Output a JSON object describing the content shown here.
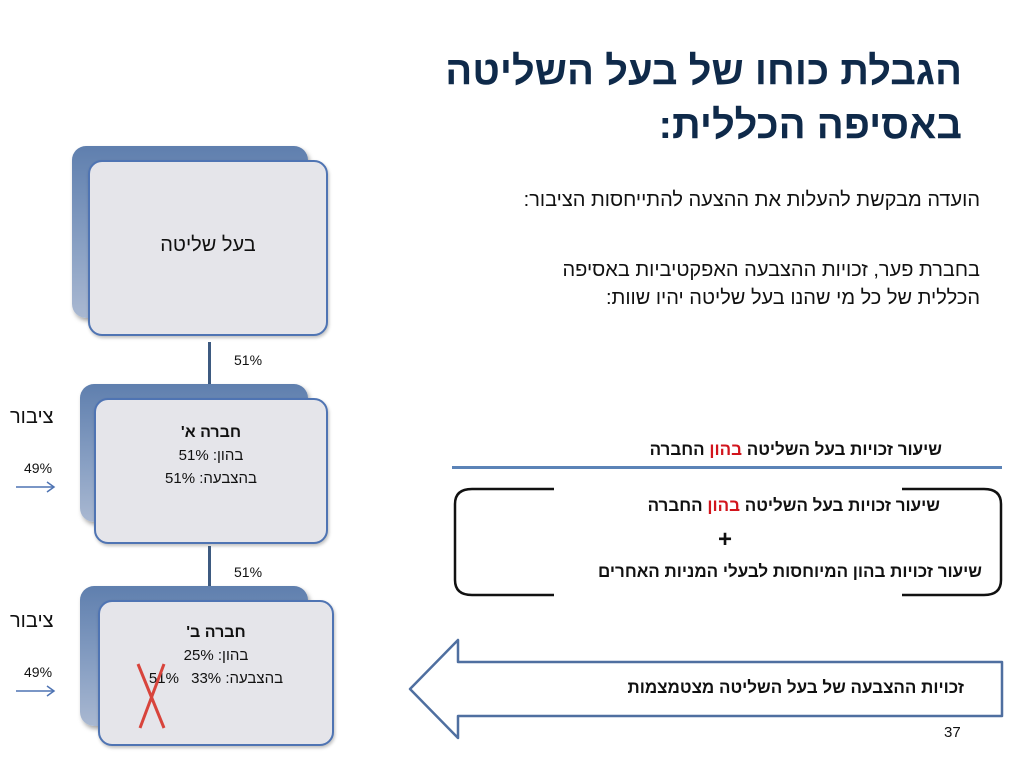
{
  "slide": {
    "title_line1": "הגבלת כוחו של בעל השליטה",
    "title_line2": "באסיפה הכללית:",
    "paragraph1": "הועדה מבקשת להעלות את ההצעה להתייחסות הציבור:",
    "paragraph2_line1": "בחברת פער, זכויות ההצבעה האפקטיביות באסיפה",
    "paragraph2_line2": "הכללית של כל מי שהנו בעל שליטה יהיו שוות:",
    "page_number": "37"
  },
  "diagram": {
    "controller_box": {
      "label": "בעל שליטה"
    },
    "link_top_pct": "51%",
    "company_a": {
      "name": "חברה א'",
      "capital": "בהון: 51%",
      "voting": "בהצבעה: 51%"
    },
    "link_bottom_pct": "51%",
    "company_b": {
      "name": "חברה ב'",
      "capital_label": "בהון:",
      "capital_value": "25%",
      "voting_label": "בהצבעה:",
      "voting_value": "33%",
      "voting_crossed": "51%"
    },
    "public_a": {
      "label": "ציבור",
      "pct": "49%"
    },
    "public_b": {
      "label": "ציבור",
      "pct": "49%"
    }
  },
  "formula": {
    "header_pre": "שיעור זכויות בעל השליטה ",
    "header_highlight": "בהון",
    "header_post": " החברה",
    "line1_pre": "שיעור זכויות בעל השליטה ",
    "line1_highlight": "בהון",
    "line1_post": " החברה",
    "plus": "+",
    "line2": "שיעור זכויות בהון המיוחסות לבעלי המניות האחרים"
  },
  "result_arrow": {
    "label": "זכויות ההצבעה של בעל השליטה מצטמצמות"
  },
  "colors": {
    "title": "#0f2a4a",
    "accent_red": "#d2141c",
    "box_border": "#4f74b3",
    "connector": "#3d5a80",
    "cross": "#d8443c"
  }
}
